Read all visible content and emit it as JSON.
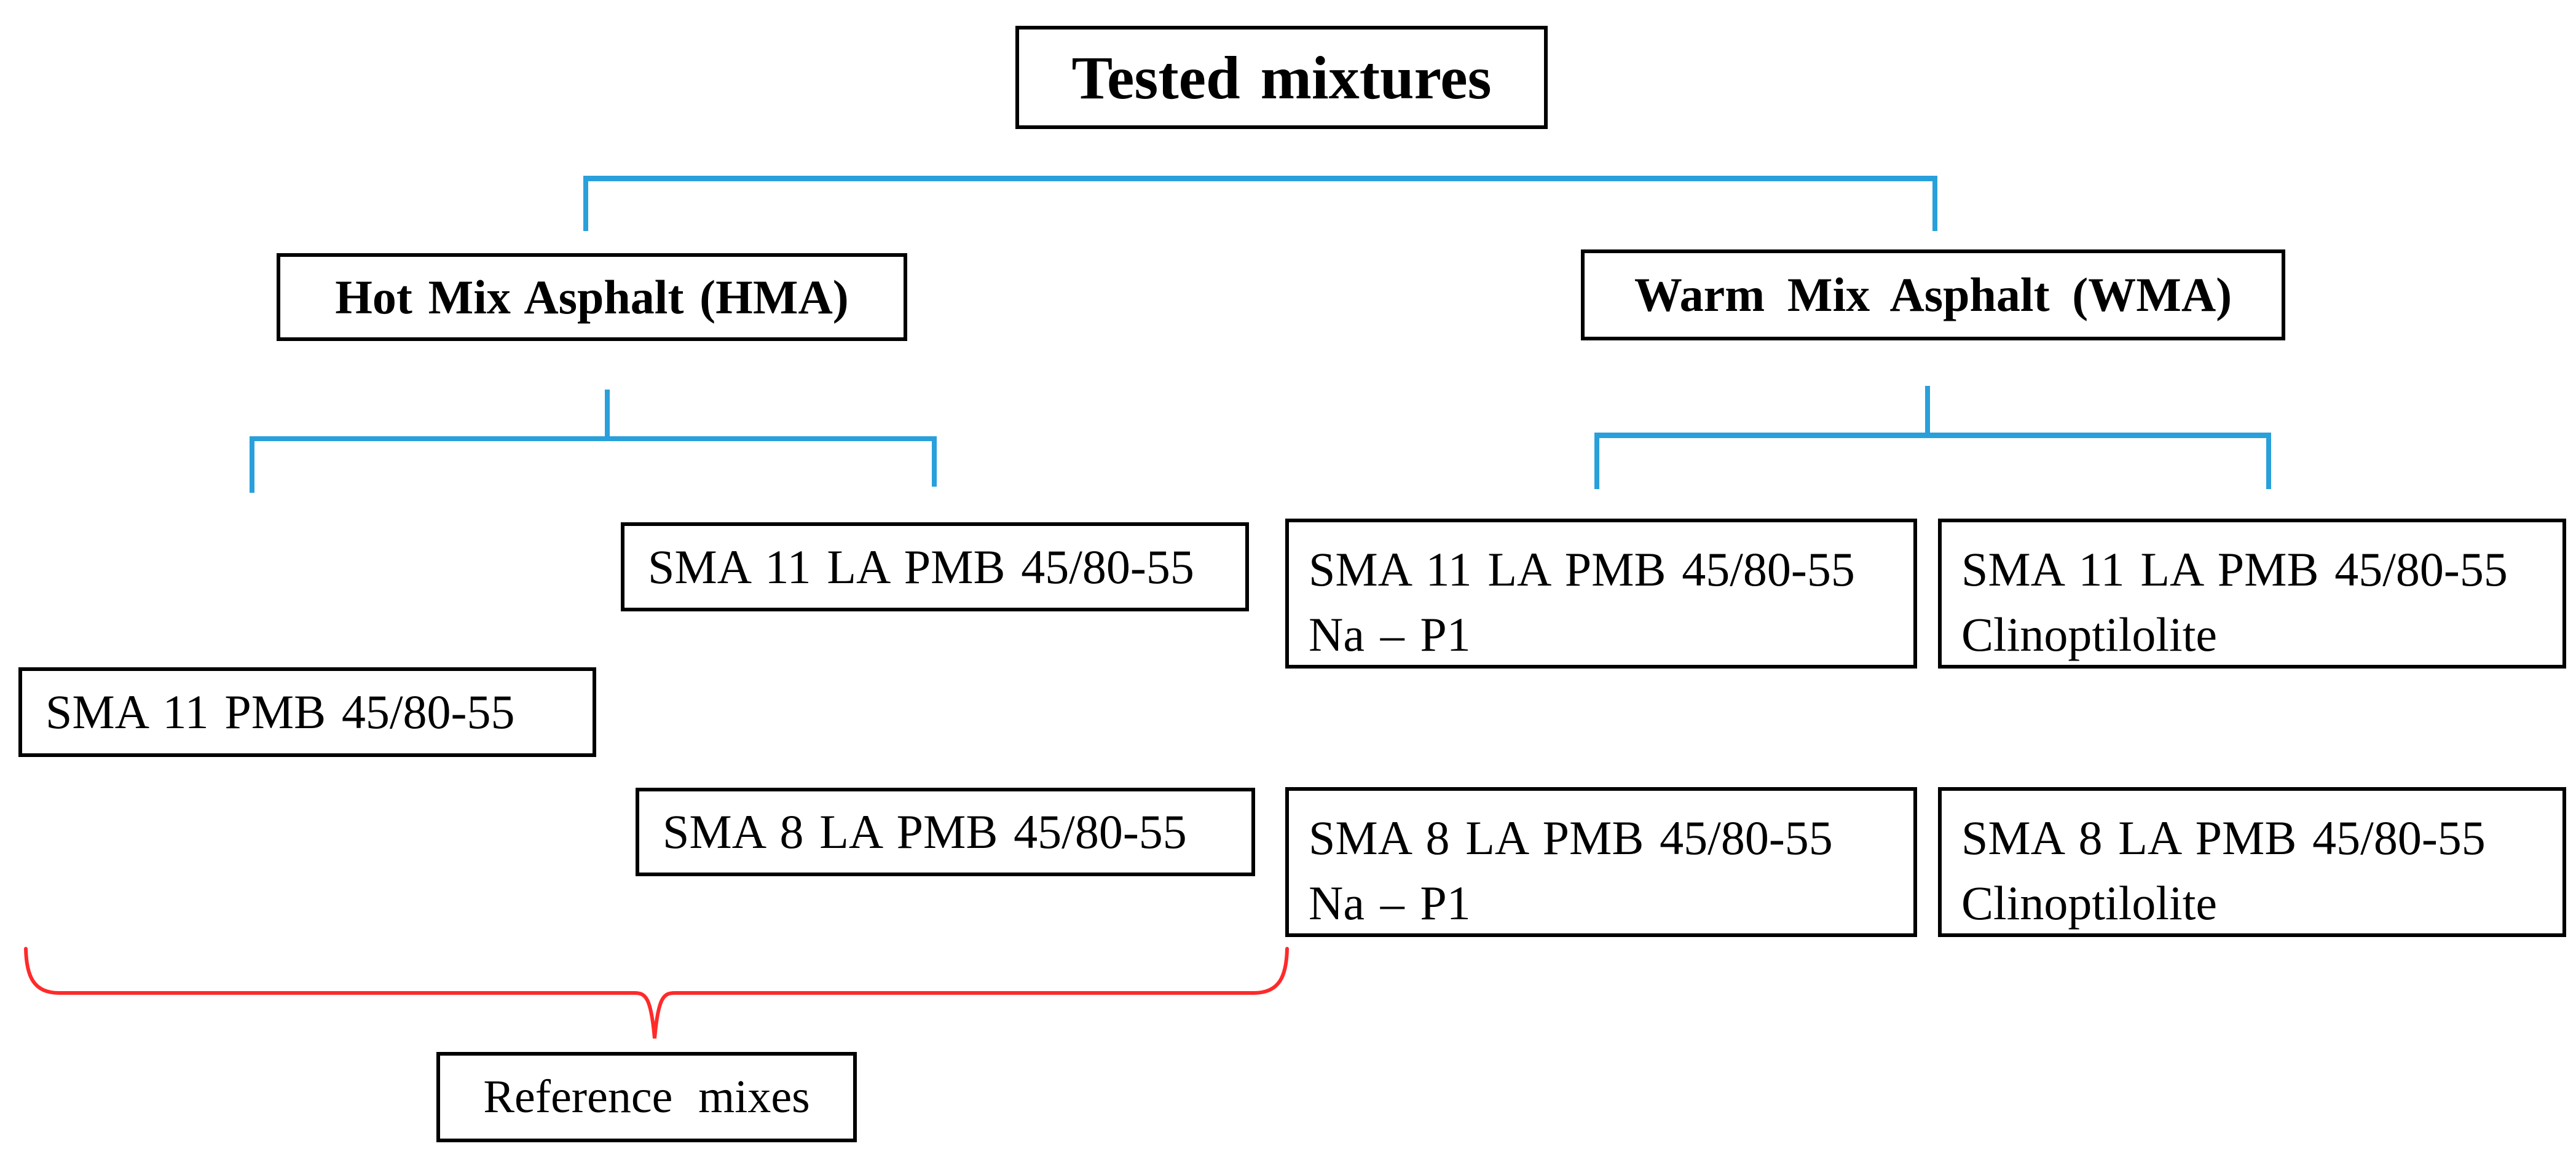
{
  "diagram": {
    "title": "Tested mixtures",
    "branches": {
      "hma": {
        "label": "Hot Mix Asphalt (HMA)"
      },
      "wma": {
        "label": "Warm Mix Asphalt (WMA)"
      }
    },
    "nodes": {
      "sma11_la": {
        "line1": "SMA 11 LA PMB 45/80-55"
      },
      "sma11": {
        "line1": "SMA 11 PMB 45/80-55"
      },
      "sma8_la": {
        "line1": "SMA 8 LA PMB 45/80-55"
      },
      "sma11_la_nap1": {
        "line1": "SMA 11 LA PMB 45/80-55",
        "line2": "Na – P1"
      },
      "sma11_la_clino": {
        "line1": "SMA 11 LA PMB 45/80-55",
        "line2": "Clinoptilolite"
      },
      "sma8_la_nap1": {
        "line1": "SMA 8 LA PMB 45/80-55",
        "line2": "Na – P1"
      },
      "sma8_la_clino": {
        "line1": "SMA 8 LA PMB 45/80-55",
        "line2": "Clinoptilolite"
      }
    },
    "annotation": {
      "label": "Reference mixes"
    },
    "colors": {
      "connector_blue": "#2AA0DB",
      "brace_red": "#FF2A2A",
      "box_border": "#000000",
      "text": "#000000",
      "background": "#FFFFFF"
    }
  }
}
